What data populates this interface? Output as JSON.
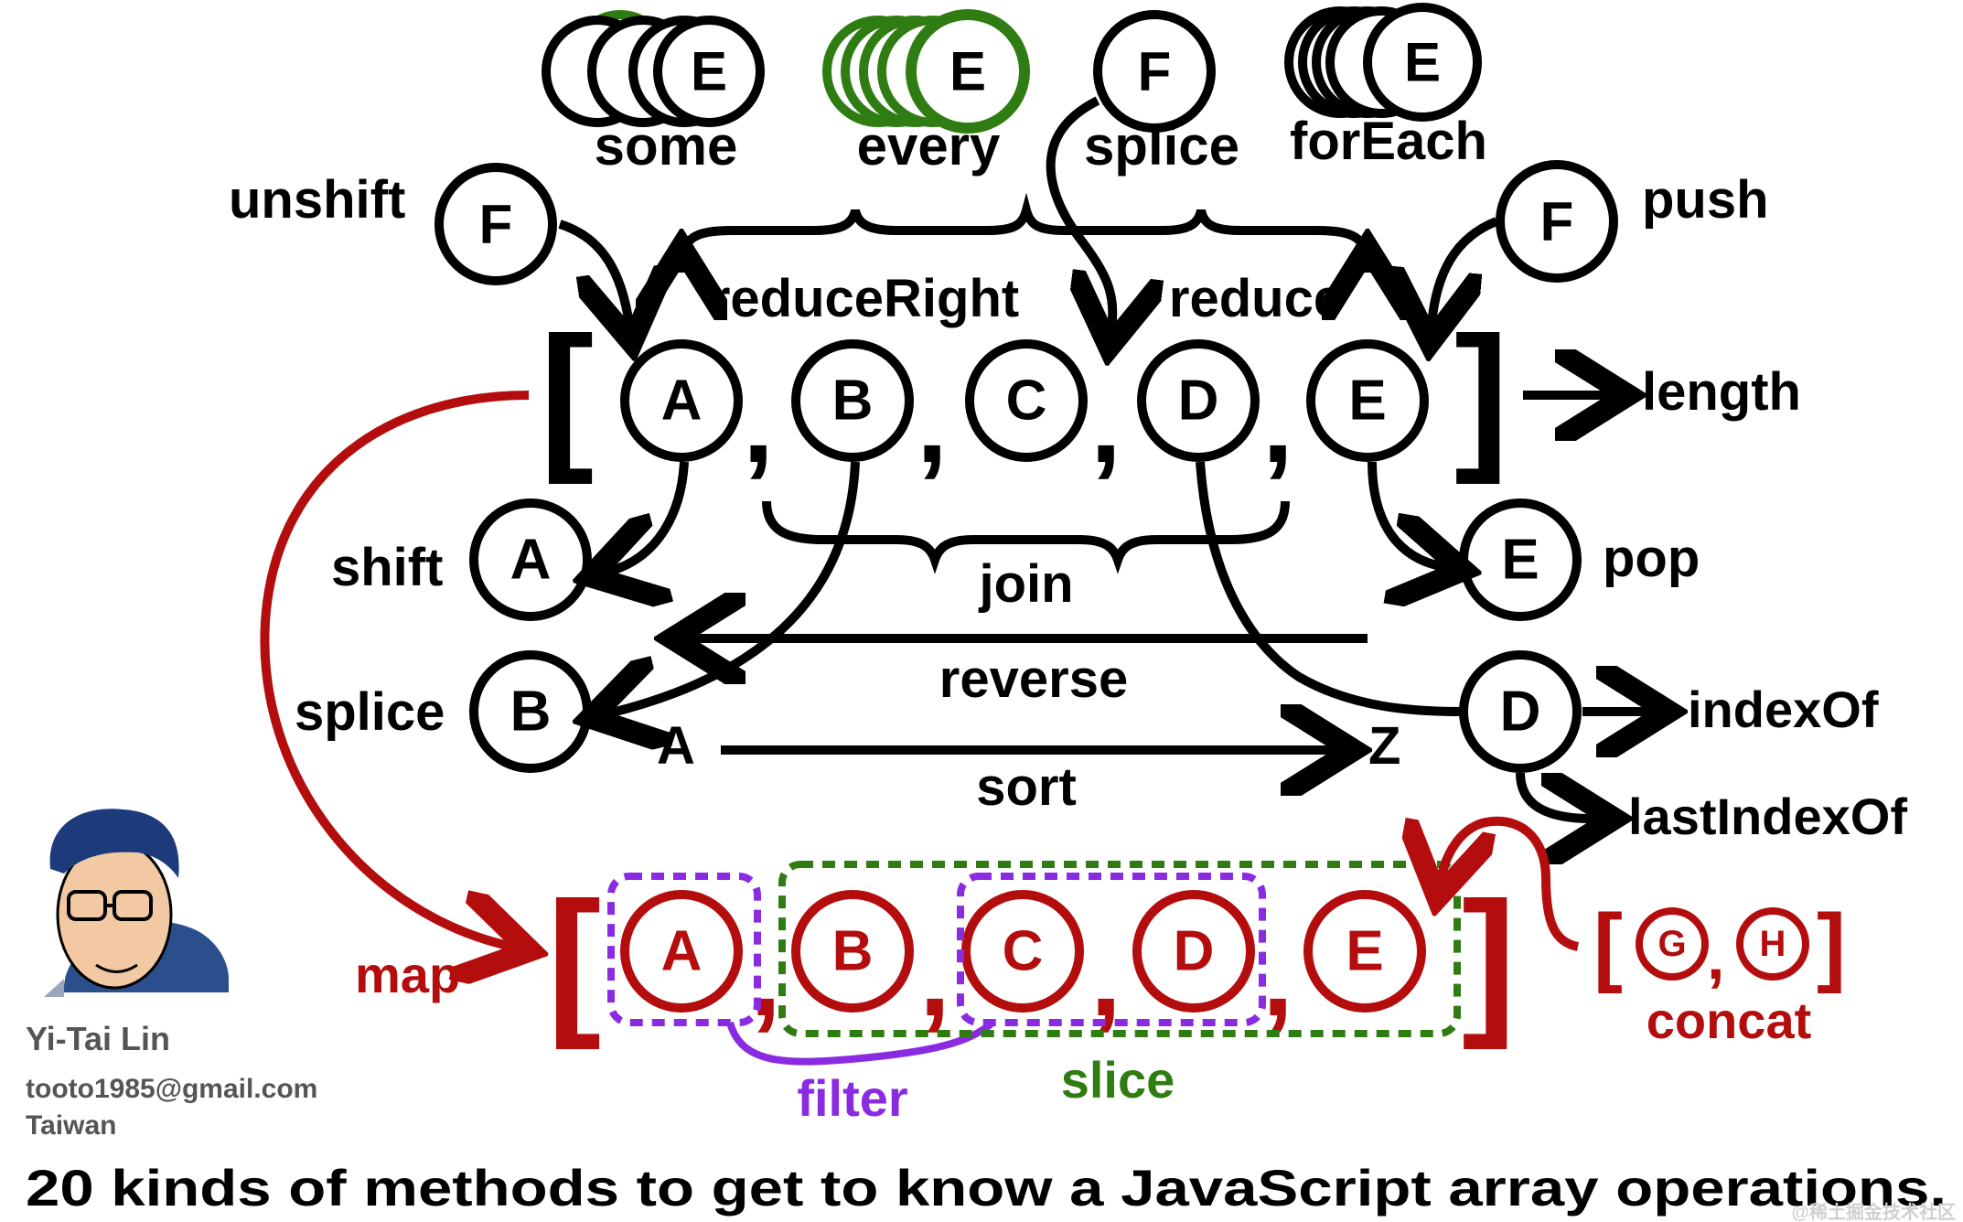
{
  "colors": {
    "black": "#000000",
    "red": "#b30d0d",
    "green": "#2f7d12",
    "purple": "#8a2be2",
    "slice_green": "#2f7d12",
    "author_gray": "#555555"
  },
  "top_methods": {
    "some": {
      "label": "some",
      "node": "E"
    },
    "every": {
      "label": "every",
      "node": "E"
    },
    "splice": {
      "label": "splice",
      "node": "F"
    },
    "forEach": {
      "label": "forEach",
      "node": "E"
    }
  },
  "side_methods": {
    "unshift": {
      "label": "unshift",
      "node": "F"
    },
    "push": {
      "label": "push",
      "node": "F"
    },
    "shift": {
      "label": "shift",
      "node": "A"
    },
    "pop": {
      "label": "pop",
      "node": "E"
    },
    "splice_b": {
      "label": "splice",
      "node": "B"
    },
    "indexOf": {
      "label": "indexOf",
      "node": "D"
    },
    "lastIndexOf": {
      "label": "lastIndexOf"
    },
    "length": {
      "label": "length"
    }
  },
  "array_main": {
    "open": "[",
    "close": "]",
    "items": [
      "A",
      "B",
      "C",
      "D",
      "E"
    ],
    "separator": ","
  },
  "middle_methods": {
    "reduceRight": "reduceRight",
    "reduce": "reduce",
    "join": "join",
    "reverse": "reverse",
    "sort": "sort",
    "sort_from": "A",
    "sort_to": "Z"
  },
  "array_mapped": {
    "open": "[",
    "close": "]",
    "items": [
      "A",
      "B",
      "C",
      "D",
      "E"
    ],
    "separator": ","
  },
  "bottom_methods": {
    "map": "map",
    "filter": "filter",
    "slice": "slice",
    "concat": "concat",
    "concat_array": {
      "open": "[",
      "close": "]",
      "items": [
        "G",
        "H"
      ],
      "separator": ","
    }
  },
  "author": {
    "name": "Yi-Tai Lin",
    "email": "tooto1985@gmail.com",
    "country": "Taiwan"
  },
  "watermark": "@稀土掘金技术社区",
  "caption": "20 kinds of methods to get to know a JavaScript array operations."
}
